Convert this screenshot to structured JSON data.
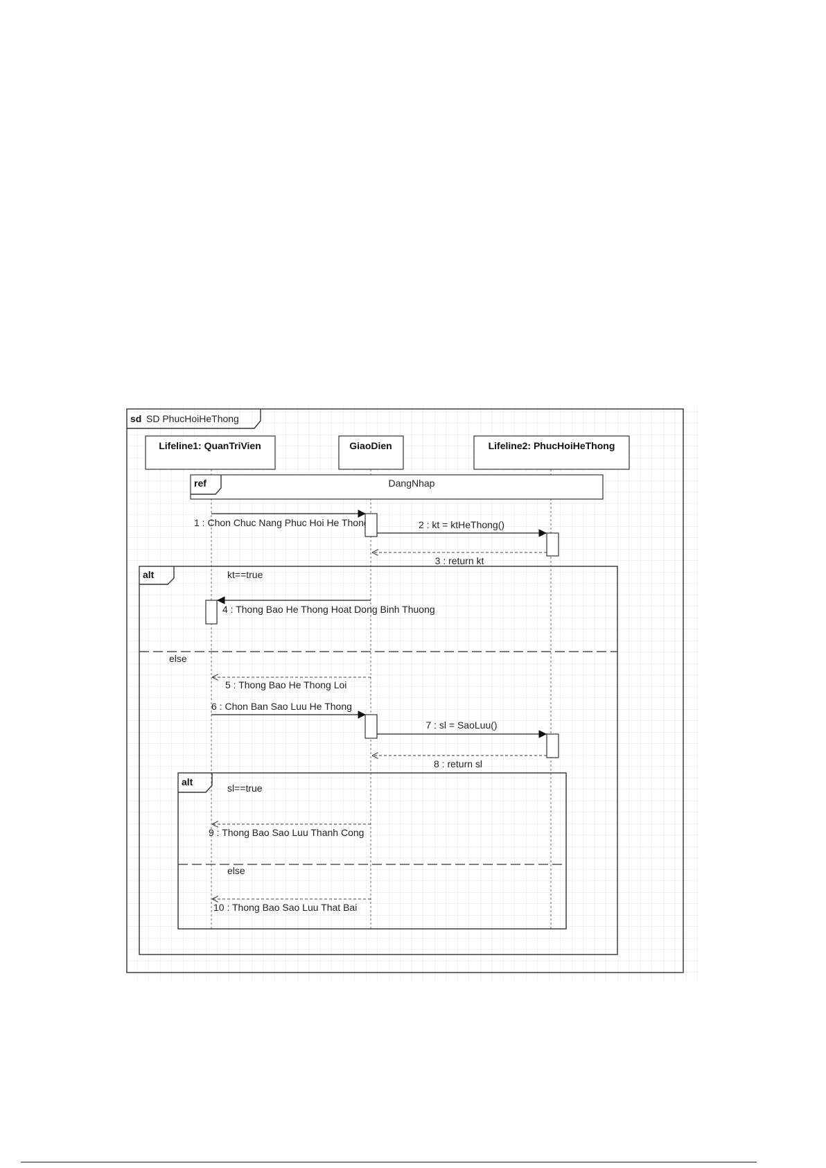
{
  "diagram": {
    "frame_keyword": "sd",
    "frame_name": "SD PhucHoiHeThong",
    "lifelines": [
      {
        "label": "Lifeline1: QuanTriVien"
      },
      {
        "label": "GiaoDien"
      },
      {
        "label": "Lifeline2: PhucHoiHeThong"
      }
    ],
    "ref": {
      "keyword": "ref",
      "name": "DangNhap"
    },
    "messages": [
      {
        "label": "1 : Chon Chuc Nang Phuc Hoi He Thong"
      },
      {
        "label": "2 : kt = ktHeThong()"
      },
      {
        "label": "3 : return kt"
      },
      {
        "label": "4 : Thong Bao He Thong Hoat Dong Binh Thuong"
      },
      {
        "label": "5 : Thong Bao He Thong Loi"
      },
      {
        "label": "6 : Chon Ban Sao Luu He Thong"
      },
      {
        "label": "7 : sl = SaoLuu()"
      },
      {
        "label": "8 : return sl"
      },
      {
        "label": "9 : Thong Bao Sao Luu Thanh Cong"
      },
      {
        "label": "10 : Thong Bao Sao Luu That Bai"
      }
    ],
    "outer_alt": {
      "keyword": "alt",
      "guard": "kt==true",
      "else_label": "else"
    },
    "inner_alt": {
      "keyword": "alt",
      "guard": "sl==true",
      "else_label": "else"
    },
    "grid_color": "#e4e4e4"
  }
}
